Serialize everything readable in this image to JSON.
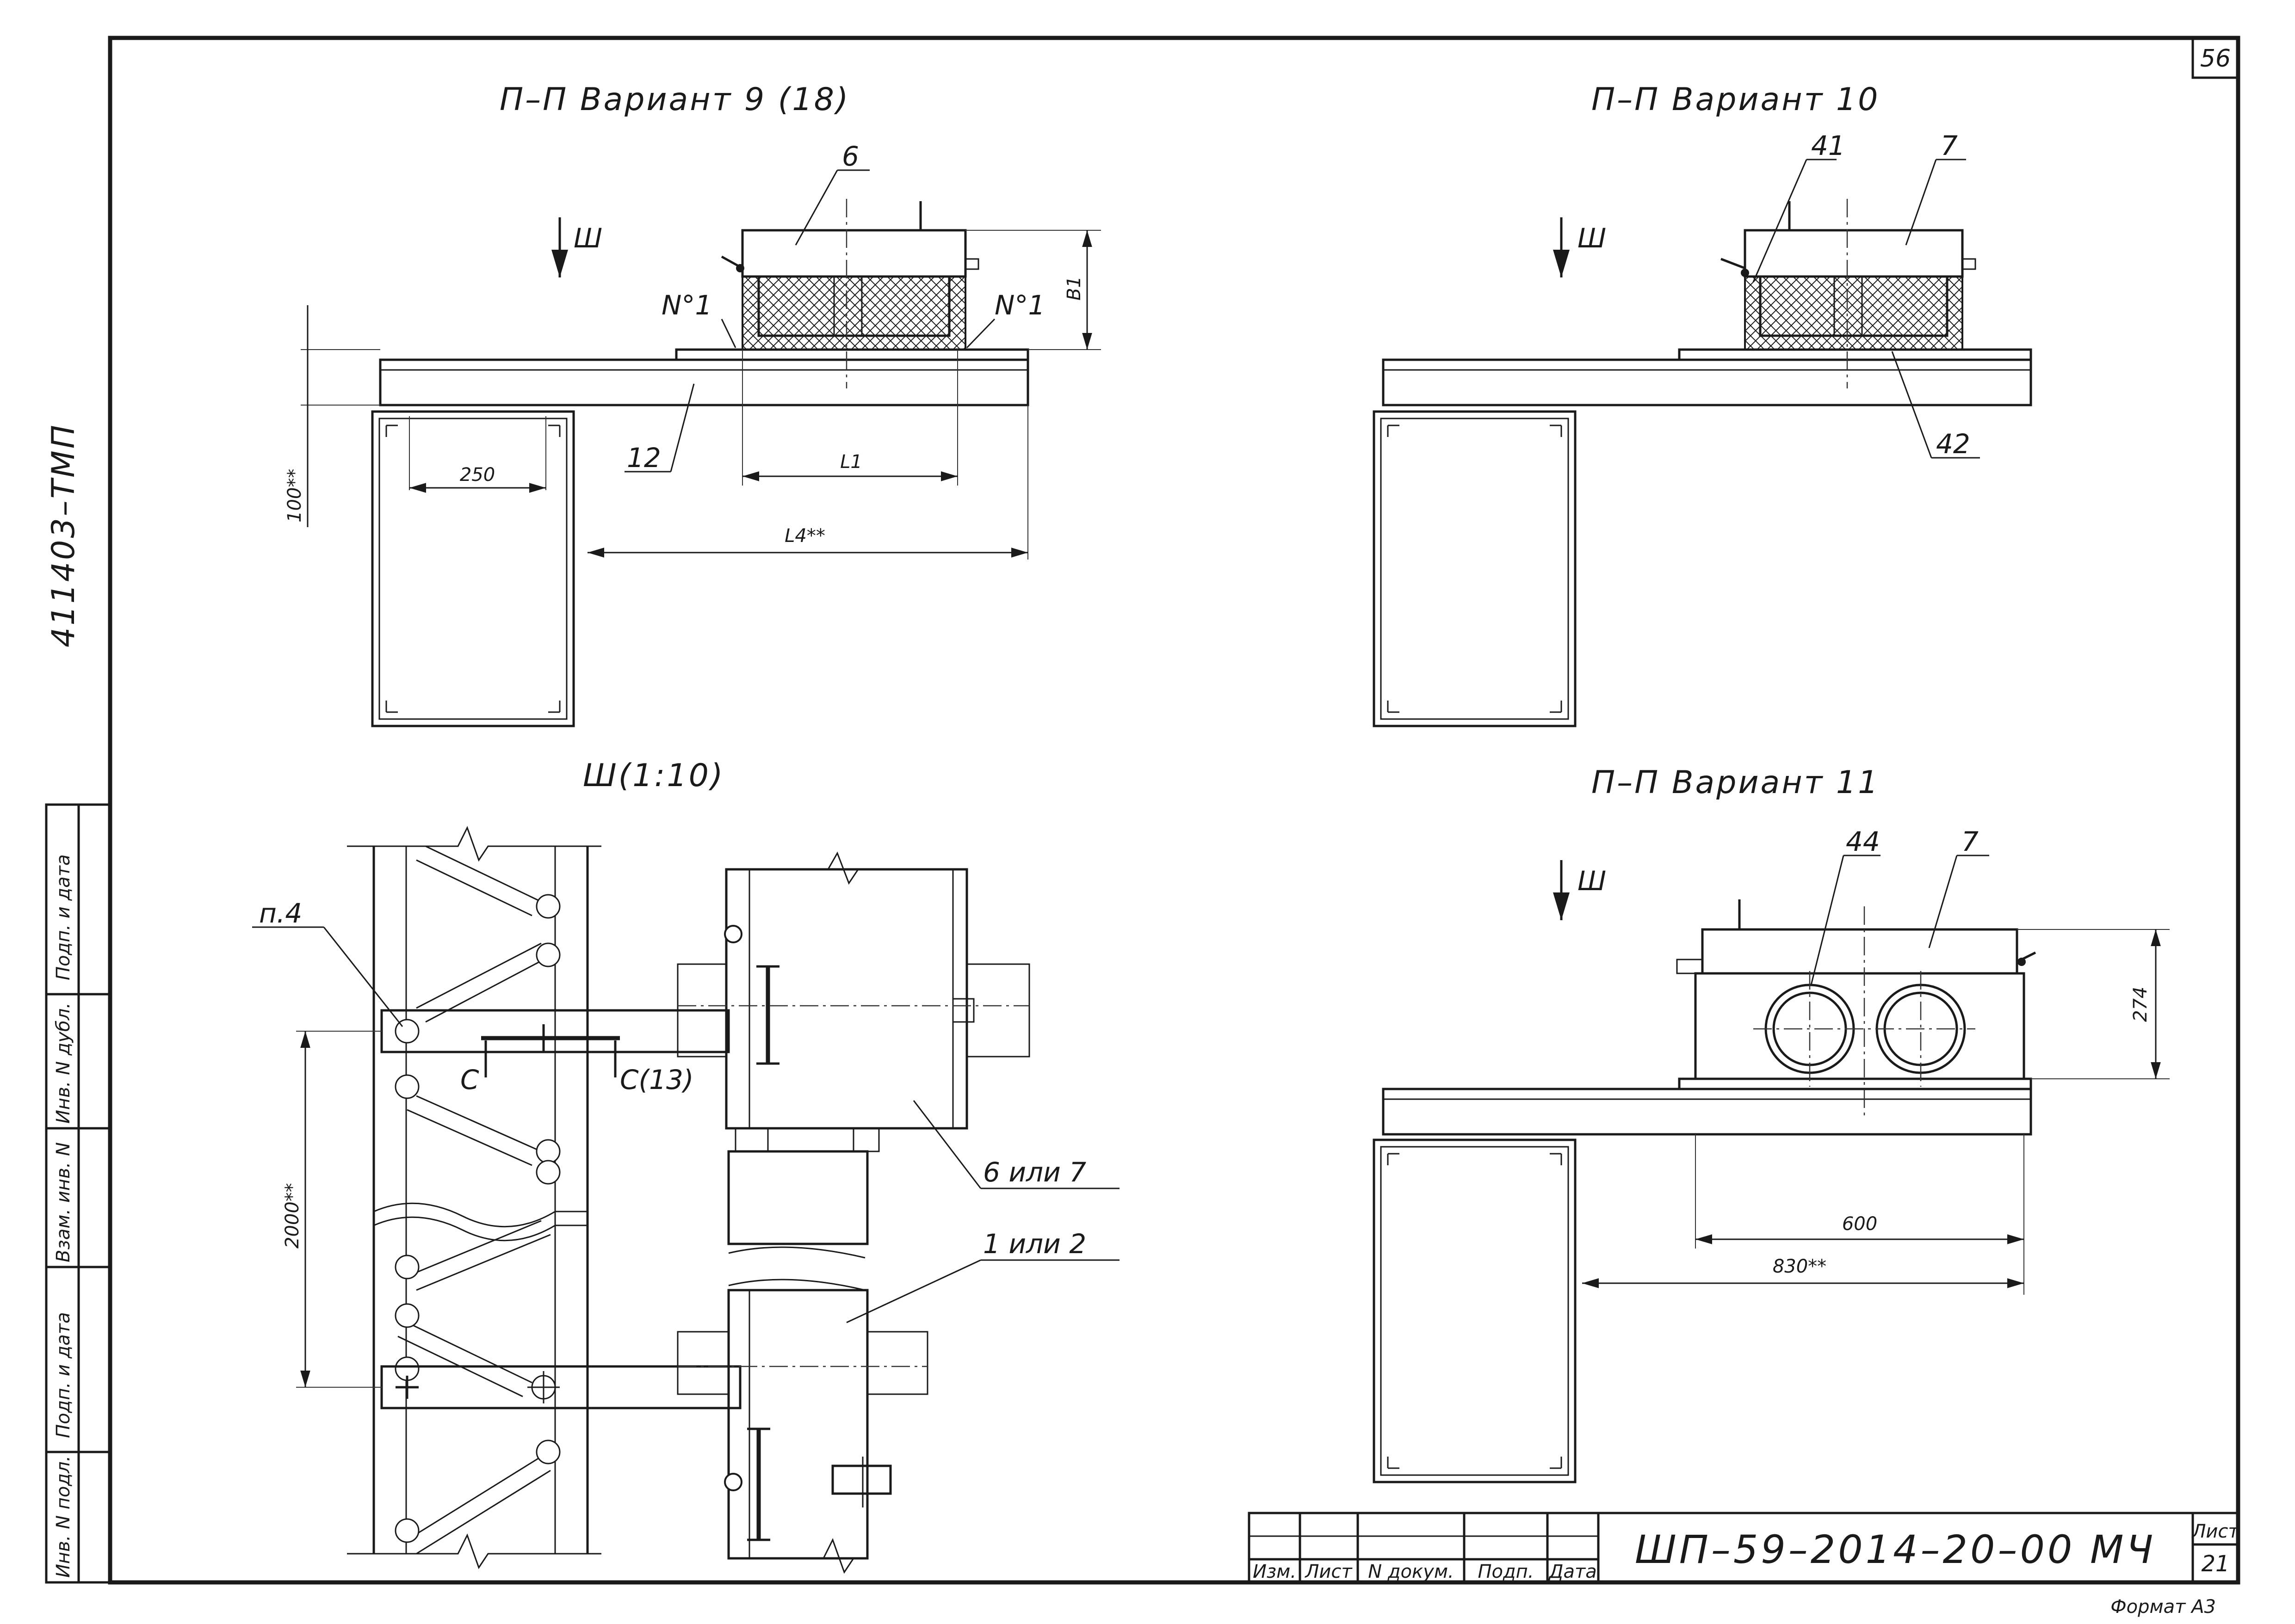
{
  "sheet": {
    "sheet_corner_number": "56",
    "vertical_code": "411403–ТМП",
    "format_label": "Формат А3"
  },
  "side_stamp": {
    "cells": [
      "Подп. и дата",
      "Инв. N дубл.",
      "Взам. инв. N",
      "Подп. и дата",
      "Инв. N подл."
    ]
  },
  "title_block": {
    "designation": "ШП–59–2014–20–00 МЧ",
    "sheet_label": "Лист",
    "sheet_number": "21",
    "columns": [
      "Изм.",
      "Лист",
      "N докум.",
      "Подп.",
      "Дата"
    ]
  },
  "views": {
    "v9": {
      "title": "П–П Вариант 9 (18)",
      "arrow_label": "Ш",
      "callouts": [
        "6",
        "12"
      ],
      "weld_left": "N°1",
      "weld_right": "N°1",
      "dim_b1": "B1",
      "dim_l1": "L1",
      "dim_250": "250",
      "dim_l4": "L4**",
      "dim_100": "100**"
    },
    "v10": {
      "title": "П–П Вариант 10",
      "arrow_label": "Ш",
      "callouts": [
        "41",
        "7",
        "42"
      ]
    },
    "v11": {
      "title": "П–П Вариант 11",
      "arrow_label": "Ш",
      "callouts": [
        "44",
        "7"
      ],
      "dim_274": "274",
      "dim_600": "600",
      "dim_830": "830**"
    },
    "vsh": {
      "title": "Ш(1:10)",
      "callout_p4": "п.4",
      "section_c": "C",
      "section_c13": "C(13)",
      "callout_6or7": "6 или 7",
      "callout_1or2": "1 или 2",
      "dim_2000": "2000**"
    }
  }
}
